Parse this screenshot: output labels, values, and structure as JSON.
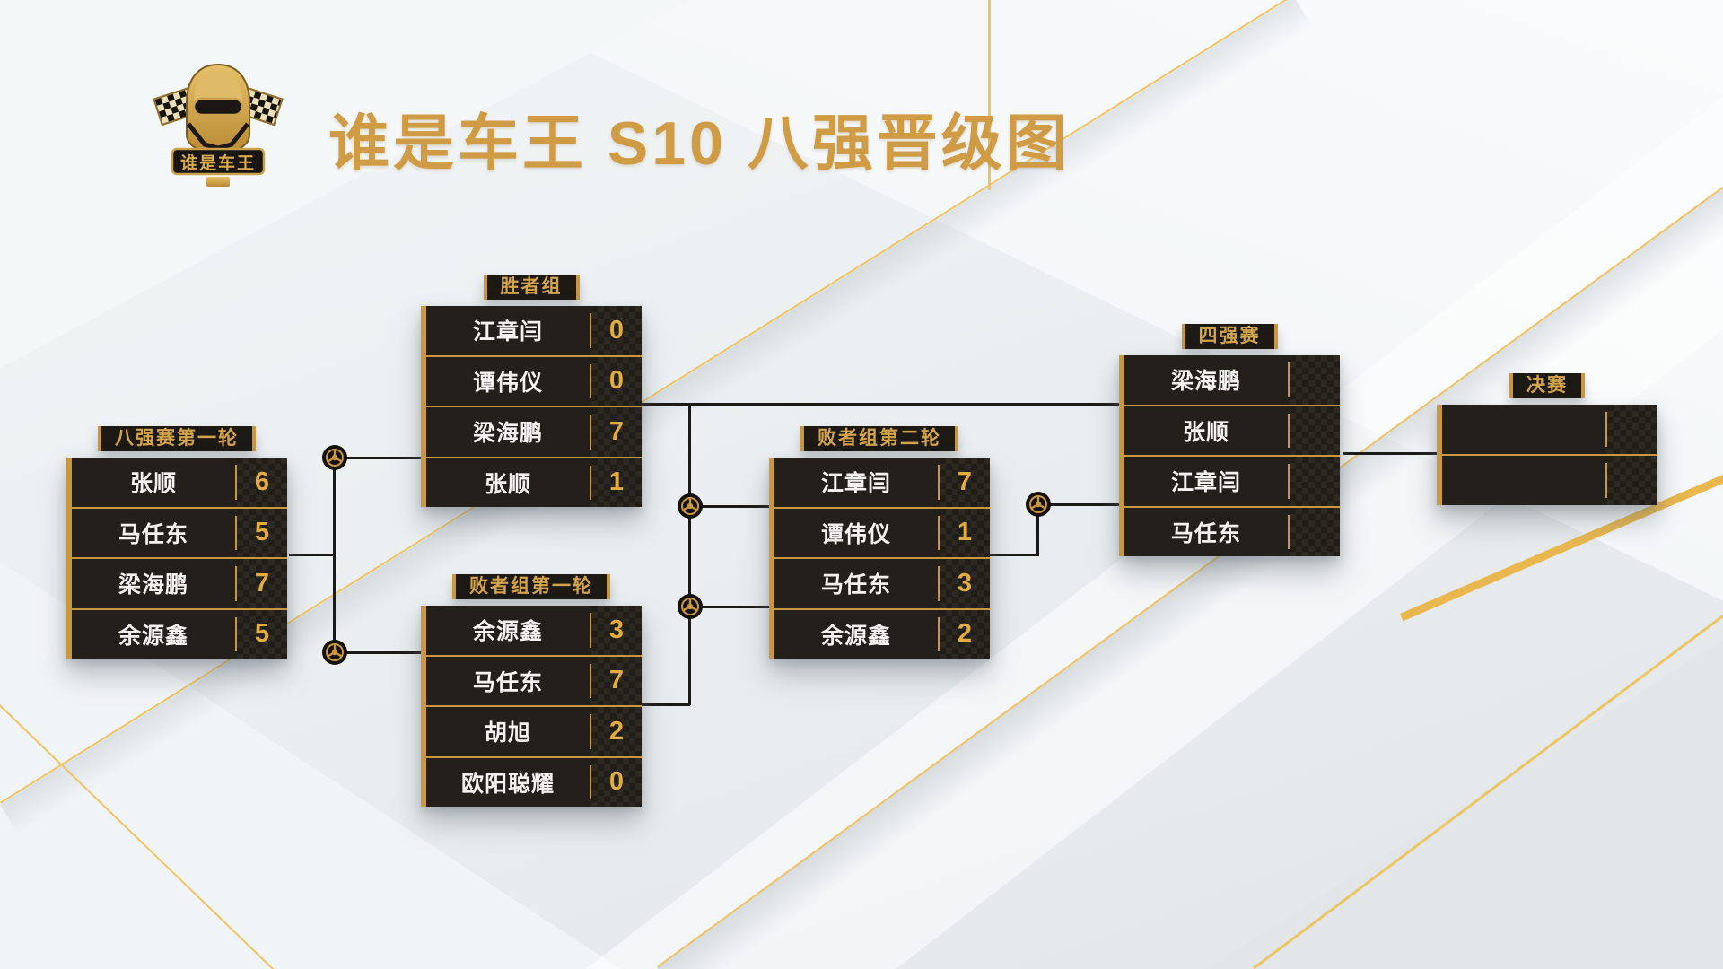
{
  "header": {
    "title": "谁是车王 S10 八强晋级图",
    "logo_banner_text": "谁是车王",
    "logo_icon": "racing-helmet-with-checkered-flags-emblem"
  },
  "colors": {
    "gold_border": "#c9973f",
    "gold_label_text": "#d3a44c",
    "gold_score_text": "#e3ac41",
    "gold_title": "#cf9c45",
    "gold_accent_line": "#ecc464",
    "box_background": "#23201b",
    "label_background": "#1d1a15",
    "player_name_text": "#f4f3f1",
    "connector_line": "#1c1a17",
    "page_background": "#e9edef"
  },
  "icons": {
    "junction": "steering-wheel-icon"
  },
  "brackets": [
    {
      "label": "八强赛第一轮",
      "rows": [
        {
          "name": "张顺",
          "score": "6"
        },
        {
          "name": "马任东",
          "score": "5"
        },
        {
          "name": "梁海鹏",
          "score": "7"
        },
        {
          "name": "余源鑫",
          "score": "5"
        }
      ]
    },
    {
      "label": "胜者组",
      "rows": [
        {
          "name": "江章闫",
          "score": "0"
        },
        {
          "name": "谭伟仪",
          "score": "0"
        },
        {
          "name": "梁海鹏",
          "score": "7"
        },
        {
          "name": "张顺",
          "score": "1"
        }
      ]
    },
    {
      "label": "败者组第一轮",
      "rows": [
        {
          "name": "余源鑫",
          "score": "3"
        },
        {
          "name": "马任东",
          "score": "7"
        },
        {
          "name": "胡旭",
          "score": "2"
        },
        {
          "name": "欧阳聪耀",
          "score": "0"
        }
      ]
    },
    {
      "label": "败者组第二轮",
      "rows": [
        {
          "name": "江章闫",
          "score": "7"
        },
        {
          "name": "谭伟仪",
          "score": "1"
        },
        {
          "name": "马任东",
          "score": "3"
        },
        {
          "name": "余源鑫",
          "score": "2"
        }
      ]
    },
    {
      "label": "四强赛",
      "rows": [
        {
          "name": "梁海鹏",
          "score": ""
        },
        {
          "name": "张顺",
          "score": ""
        },
        {
          "name": "江章闫",
          "score": ""
        },
        {
          "name": "马任东",
          "score": ""
        }
      ]
    },
    {
      "label": "决赛",
      "rows": [
        {
          "name": "",
          "score": ""
        },
        {
          "name": "",
          "score": ""
        }
      ]
    }
  ]
}
